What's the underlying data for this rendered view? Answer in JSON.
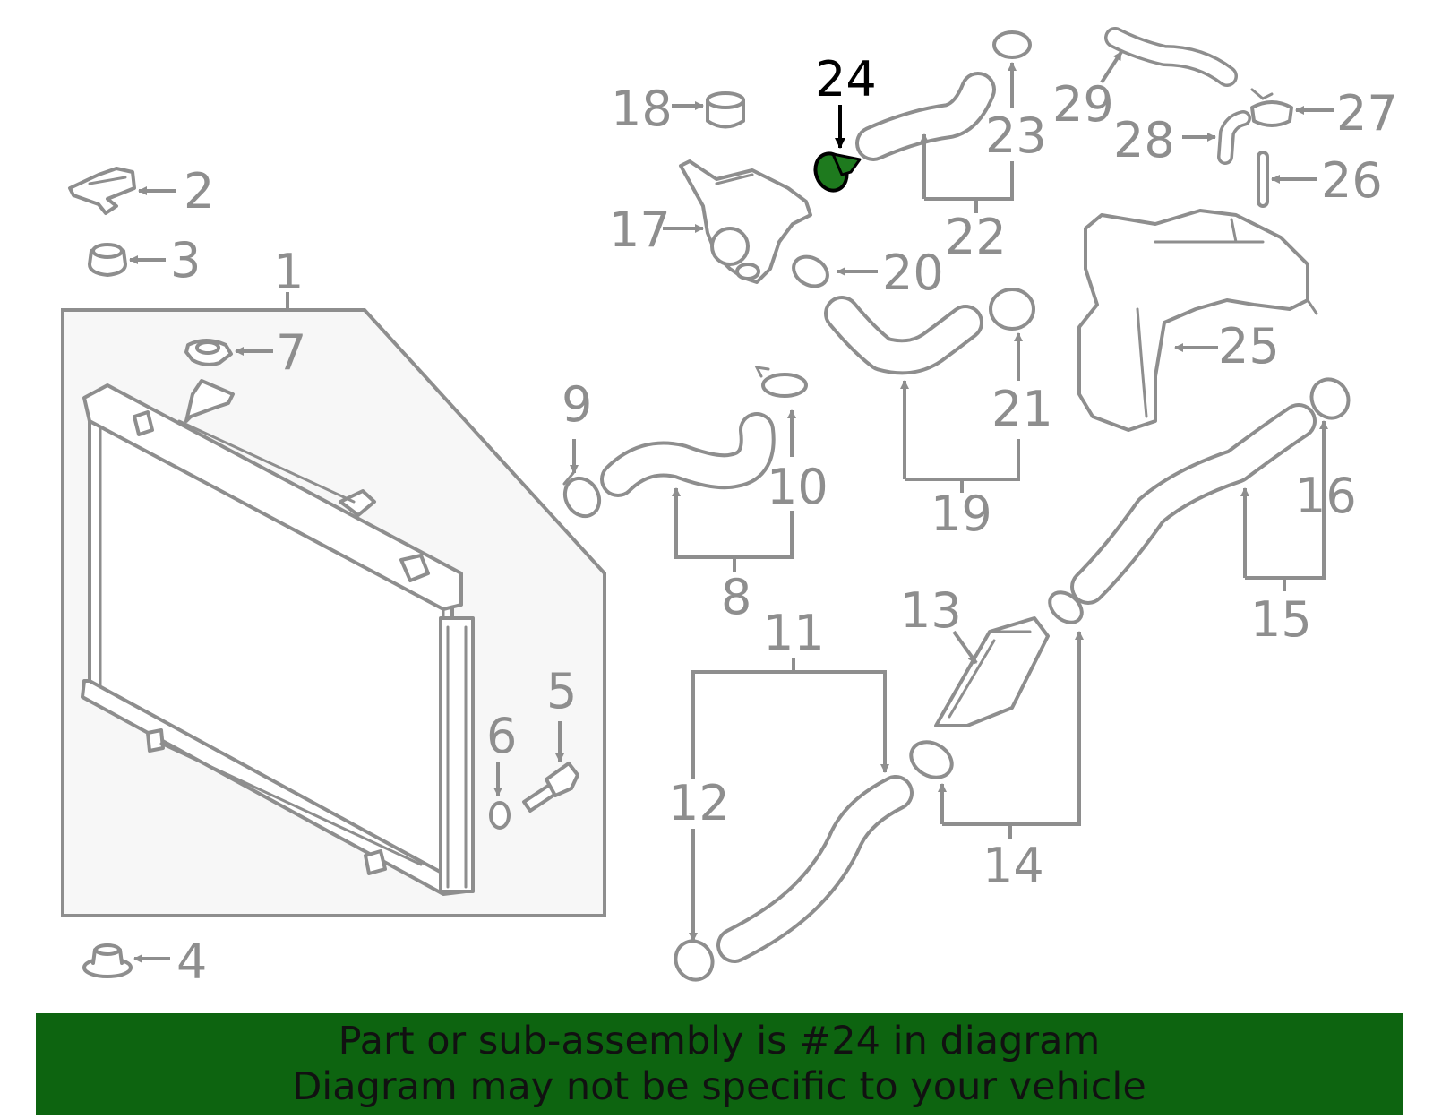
{
  "diagram": {
    "callouts": [
      {
        "id": "1",
        "text": "1"
      },
      {
        "id": "2",
        "text": "2"
      },
      {
        "id": "3",
        "text": "3"
      },
      {
        "id": "4",
        "text": "4"
      },
      {
        "id": "5",
        "text": "5"
      },
      {
        "id": "6",
        "text": "6"
      },
      {
        "id": "7",
        "text": "7"
      },
      {
        "id": "8",
        "text": "8"
      },
      {
        "id": "9",
        "text": "9"
      },
      {
        "id": "10",
        "text": "10"
      },
      {
        "id": "11",
        "text": "11"
      },
      {
        "id": "12",
        "text": "12"
      },
      {
        "id": "13",
        "text": "13"
      },
      {
        "id": "14",
        "text": "14"
      },
      {
        "id": "15",
        "text": "15"
      },
      {
        "id": "16",
        "text": "16"
      },
      {
        "id": "17",
        "text": "17"
      },
      {
        "id": "18",
        "text": "18"
      },
      {
        "id": "19",
        "text": "19"
      },
      {
        "id": "20",
        "text": "20"
      },
      {
        "id": "21",
        "text": "21"
      },
      {
        "id": "22",
        "text": "22"
      },
      {
        "id": "23",
        "text": "23"
      },
      {
        "id": "24",
        "text": "24"
      },
      {
        "id": "25",
        "text": "25"
      },
      {
        "id": "26",
        "text": "26"
      },
      {
        "id": "27",
        "text": "27"
      },
      {
        "id": "28",
        "text": "28"
      },
      {
        "id": "29",
        "text": "29"
      }
    ],
    "highlighted_part": "24",
    "colors": {
      "line": "#8e8e8e",
      "highlight_line": "#000000",
      "highlight_fill": "#1e7a1e",
      "banner": "#0d6410",
      "panel": "#f7f7f7"
    }
  },
  "banner": {
    "line1": "Part or sub-assembly is #24 in diagram",
    "line2": "Diagram may not be specific to your vehicle"
  }
}
